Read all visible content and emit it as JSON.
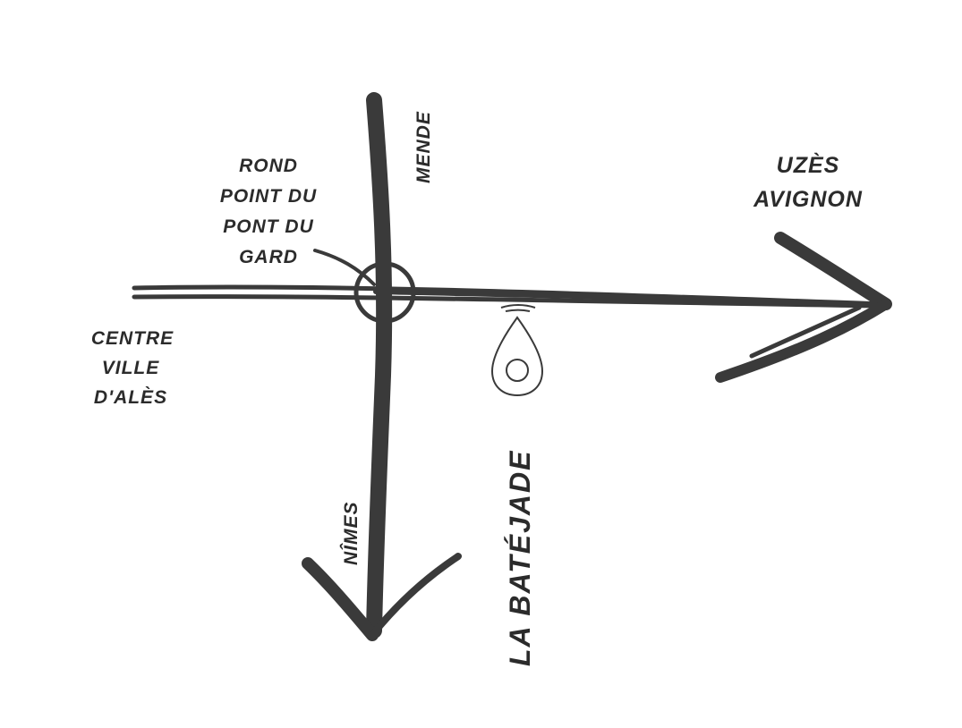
{
  "map": {
    "ink_color": "#3a3a3a",
    "background_color": "#ffffff",
    "labels": {
      "mende": "MENDE",
      "roundabout_line1": "ROND",
      "roundabout_line2": "POINT DU",
      "roundabout_line3": "PONT DU",
      "roundabout_line4": "GARD",
      "uzes": "UZÈS",
      "avignon": "AVIGNON",
      "centre_line1": "CENTRE",
      "centre_line2": "VILLE",
      "centre_line3": "D'ALÈS",
      "nimes": "NÎMES",
      "destination": "LA BATÉJADE"
    },
    "icons": {
      "roundabout": "roundabout-circle-icon",
      "location": "location-pin-icon"
    }
  }
}
